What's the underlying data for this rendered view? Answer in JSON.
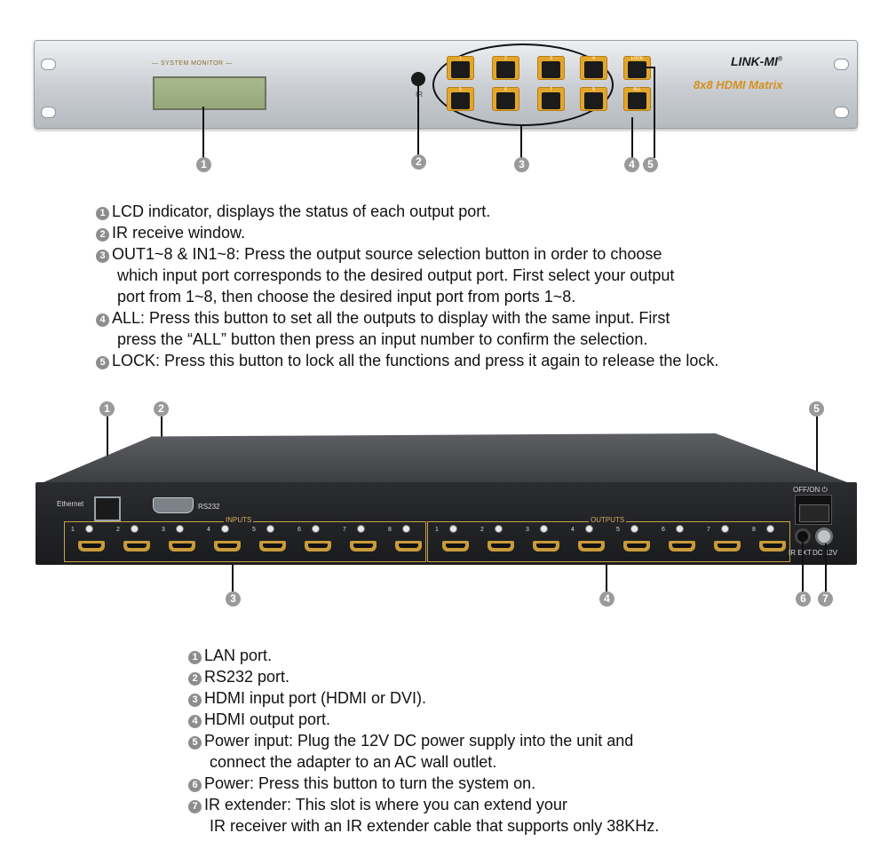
{
  "front_panel": {
    "system_monitor_label": "SYSTEM MONITOR",
    "ir_label": "IR",
    "buttons_top": [
      "1",
      "2",
      "3",
      "4"
    ],
    "buttons_bottom": [
      "5",
      "6",
      "7",
      "8"
    ],
    "lock_label": "LOCK",
    "all_label": "ALL",
    "brand": "LINK-MI",
    "model": "8x8 HDMI Matrix",
    "callouts": [
      "1",
      "2",
      "3",
      "4",
      "5"
    ]
  },
  "front_descriptions": [
    {
      "badge": "1",
      "lines": [
        "LCD indicator, displays the status of each output port."
      ]
    },
    {
      "badge": "2",
      "lines": [
        "IR receive window."
      ]
    },
    {
      "badge": "3",
      "lines": [
        "OUT1~8 & IN1~8: Press the output source selection button in order to choose",
        "which input port corresponds to the desired output port. First select your output",
        "port from 1~8, then choose the desired input port from ports 1~8."
      ]
    },
    {
      "badge": "4",
      "lines": [
        "ALL: Press this button to set all the outputs to display with the same input. First",
        "press the “ALL” button then press an input number to confirm the selection."
      ]
    },
    {
      "badge": "5",
      "lines": [
        "LOCK: Press this button to lock all the functions and press it again to release the lock."
      ]
    }
  ],
  "rear_panel": {
    "ethernet_label": "Ethernet",
    "rs232_label": "RS232",
    "inputs_label": "INPUTS",
    "outputs_label": "OUTPUTS",
    "port_numbers": [
      "1",
      "2",
      "3",
      "4",
      "5",
      "6",
      "7",
      "8"
    ],
    "power_switch_label": "OFF/ON",
    "ir_ext_label": "IR EXT",
    "dc_label": "DC 12V",
    "callouts": [
      "1",
      "2",
      "3",
      "4",
      "5",
      "6",
      "7"
    ]
  },
  "rear_descriptions": [
    {
      "badge": "1",
      "lines": [
        "LAN port."
      ]
    },
    {
      "badge": "2",
      "lines": [
        "RS232 port."
      ]
    },
    {
      "badge": "3",
      "lines": [
        "HDMI input port (HDMI or DVI)."
      ]
    },
    {
      "badge": "4",
      "lines": [
        "HDMI output port."
      ]
    },
    {
      "badge": "5",
      "lines": [
        "Power input: Plug the 12V DC power supply into the unit and",
        "connect the adapter to an AC wall outlet."
      ]
    },
    {
      "badge": "6",
      "lines": [
        "Power: Press this button to turn the system on."
      ]
    },
    {
      "badge": "7",
      "lines": [
        "IR extender: This slot is where you can extend your",
        "IR receiver with an IR extender cable that supports only 38KHz."
      ]
    }
  ]
}
